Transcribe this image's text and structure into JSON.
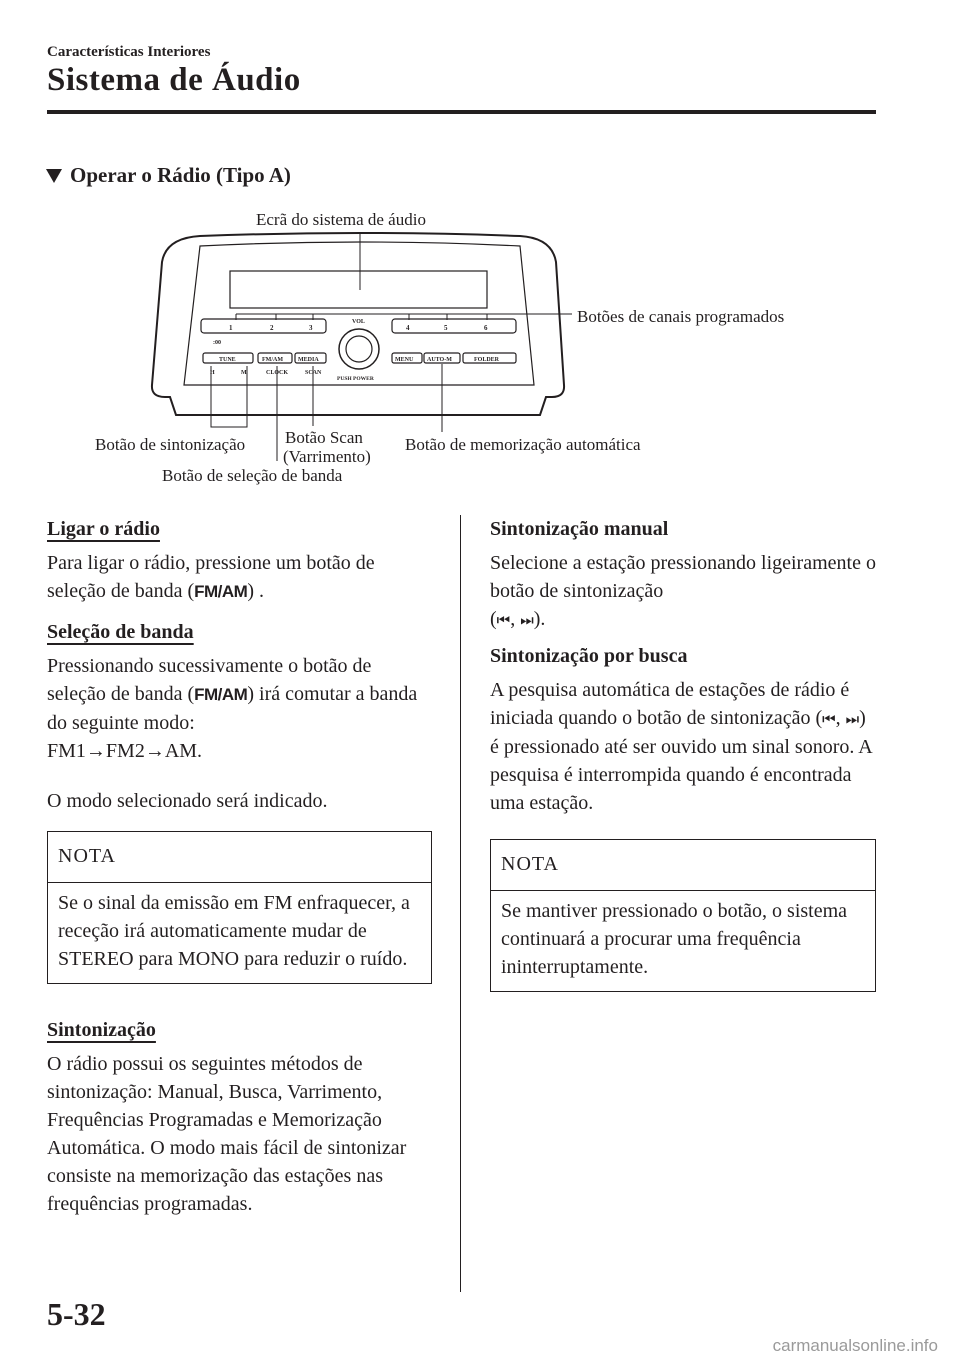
{
  "header": {
    "chapter": "Características Interiores",
    "section": "Sistema de Áudio"
  },
  "subsection": "Operar o Rádio (Tipo A)",
  "figure": {
    "callouts": {
      "display": "Ecrã do sistema de áudio",
      "preset": "Botões de canais programados",
      "tuning": "Botão de sintonização",
      "scan_line1": "Botão Scan",
      "scan_line2": "(Varrimento)",
      "automem": "Botão de memorização automática",
      "band": "Botão de seleção de banda"
    },
    "unit_labels": {
      "p1": "1",
      "p2": "2",
      "p3": "3",
      "p4": "4",
      "p5": "5",
      "p6": "6",
      "colon": ":00",
      "vol": "VOL",
      "tune": "TUNE",
      "fmam": "FM/AM",
      "media": "MEDIA",
      "menu": "MENU",
      "autom": "AUTO-M",
      "folder": "FOLDER",
      "h": "H",
      "m": "M",
      "clock": "CLOCK",
      "scan": "SCAN",
      "push": "PUSH POWER"
    }
  },
  "left": {
    "turn_on": {
      "title": "Ligar o rádio",
      "text_a": "Para ligar o rádio, pressione um botão de seleção de banda (",
      "key": "FM/AM",
      "text_b": ") ."
    },
    "band": {
      "title": "Seleção de banda",
      "text_a": "Pressionando sucessivamente o botão de seleção de banda (",
      "key": "FM/AM",
      "text_b": ") irá comutar a banda do seguinte modo:",
      "seq": "FM1→FM2→AM.",
      "text_c": "O modo selecionado será indicado."
    },
    "note": {
      "title": "NOTA",
      "body": "Se o sinal da emissão em FM enfraquecer, a receção irá automaticamente mudar de STEREO para MONO para reduzir o ruído."
    },
    "tuning": {
      "title": "Sintonização",
      "text": "O rádio possui os seguintes métodos de sintonização: Manual, Busca, Varrimento, Frequências Programadas e Memorização Automática. O modo mais fácil de sintonizar consiste na memorização das estações nas frequências programadas."
    }
  },
  "right": {
    "manual": {
      "title": "Sintonização manual",
      "text_a": "Selecione a estação pressionando ligeiramente o botão de sintonização",
      "text_b": "(",
      "sym1": "⏮",
      "sep": ", ",
      "sym2": "⏭",
      "text_c": ")."
    },
    "seek": {
      "title": "Sintonização por busca",
      "text_a": "A pesquisa automática de estações de rádio é iniciada quando o botão de sintonização (",
      "sym1": "⏮",
      "sep": ", ",
      "sym2": "⏭",
      "text_b": ") é pressionado até ser ouvido um sinal sonoro. A pesquisa é interrompida quando é encontrada uma estação."
    },
    "note": {
      "title": "NOTA",
      "body": "Se mantiver pressionado o botão, o sistema continuará a procurar uma frequência ininterruptamente."
    }
  },
  "footer": {
    "page": "5-32",
    "watermark": "carmanualsonline.info"
  }
}
